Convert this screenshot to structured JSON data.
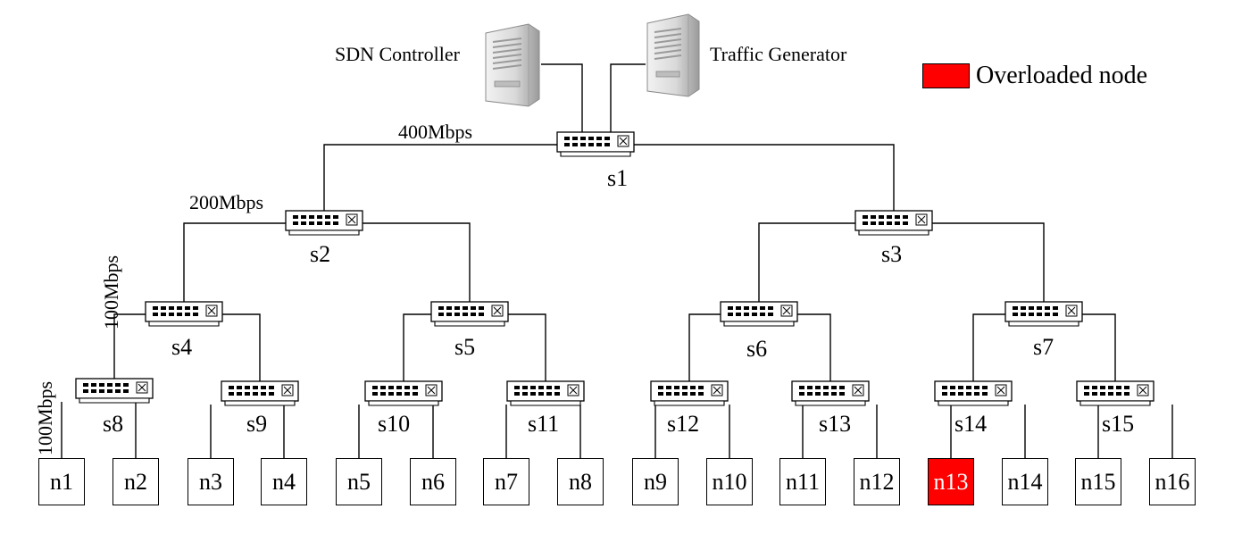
{
  "legend": {
    "label": "Overloaded node",
    "color": "#ff0000"
  },
  "hosts": [
    {
      "id": "controller",
      "label": "SDN Controller",
      "icon": "server-icon"
    },
    {
      "id": "generator",
      "label": "Traffic Generator",
      "icon": "server-icon"
    }
  ],
  "link_labels": [
    "400Mbps",
    "200Mbps",
    "100Mbps",
    "100Mbps"
  ],
  "switches": [
    "s1",
    "s2",
    "s3",
    "s4",
    "s5",
    "s6",
    "s7",
    "s8",
    "s9",
    "s10",
    "s11",
    "s12",
    "s13",
    "s14",
    "s15"
  ],
  "nodes": [
    {
      "label": "n1",
      "overloaded": false
    },
    {
      "label": "n2",
      "overloaded": false
    },
    {
      "label": "n3",
      "overloaded": false
    },
    {
      "label": "n4",
      "overloaded": false
    },
    {
      "label": "n5",
      "overloaded": false
    },
    {
      "label": "n6",
      "overloaded": false
    },
    {
      "label": "n7",
      "overloaded": false
    },
    {
      "label": "n8",
      "overloaded": false
    },
    {
      "label": "n9",
      "overloaded": false
    },
    {
      "label": "n10",
      "overloaded": false
    },
    {
      "label": "n11",
      "overloaded": false
    },
    {
      "label": "n12",
      "overloaded": false
    },
    {
      "label": "n13",
      "overloaded": true
    },
    {
      "label": "n14",
      "overloaded": false
    },
    {
      "label": "n15",
      "overloaded": false
    },
    {
      "label": "n16",
      "overloaded": false
    }
  ],
  "edges": [
    [
      "controller",
      "s1"
    ],
    [
      "generator",
      "s1"
    ],
    [
      "s1",
      "s2"
    ],
    [
      "s1",
      "s3"
    ],
    [
      "s2",
      "s4"
    ],
    [
      "s2",
      "s5"
    ],
    [
      "s3",
      "s6"
    ],
    [
      "s3",
      "s7"
    ],
    [
      "s4",
      "s8"
    ],
    [
      "s4",
      "s9"
    ],
    [
      "s5",
      "s10"
    ],
    [
      "s5",
      "s11"
    ],
    [
      "s6",
      "s12"
    ],
    [
      "s6",
      "s13"
    ],
    [
      "s7",
      "s14"
    ],
    [
      "s7",
      "s15"
    ],
    [
      "s8",
      "n1"
    ],
    [
      "s8",
      "n2"
    ],
    [
      "s9",
      "n3"
    ],
    [
      "s9",
      "n4"
    ],
    [
      "s10",
      "n5"
    ],
    [
      "s10",
      "n6"
    ],
    [
      "s11",
      "n7"
    ],
    [
      "s11",
      "n8"
    ],
    [
      "s12",
      "n9"
    ],
    [
      "s12",
      "n10"
    ],
    [
      "s13",
      "n11"
    ],
    [
      "s13",
      "n12"
    ],
    [
      "s14",
      "n13"
    ],
    [
      "s14",
      "n14"
    ],
    [
      "s15",
      "n15"
    ],
    [
      "s15",
      "n16"
    ]
  ]
}
